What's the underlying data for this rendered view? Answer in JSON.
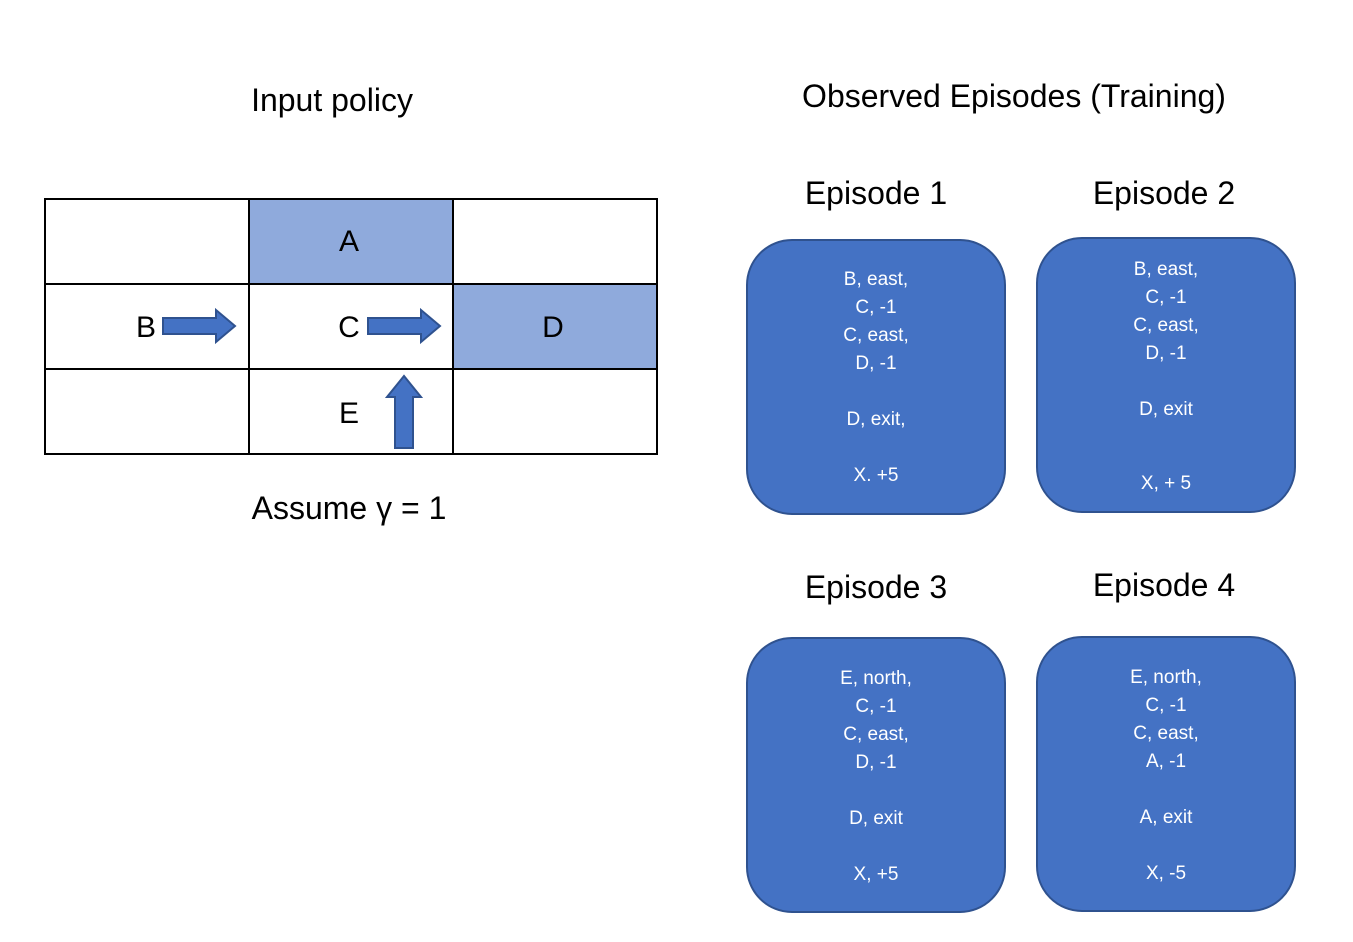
{
  "left_title": "Input policy",
  "right_title": "Observed Episodes (Training)",
  "assumption": "Assume γ = 1",
  "grid": {
    "cells": [
      {
        "label": "",
        "highlighted": false
      },
      {
        "label": "A",
        "highlighted": true
      },
      {
        "label": "",
        "highlighted": false
      },
      {
        "label": "B",
        "highlighted": false
      },
      {
        "label": "C",
        "highlighted": false
      },
      {
        "label": "D",
        "highlighted": true
      },
      {
        "label": "",
        "highlighted": false
      },
      {
        "label": "E",
        "highlighted": false
      },
      {
        "label": "",
        "highlighted": false
      }
    ],
    "policy_arrows": [
      {
        "state": "B",
        "direction": "east"
      },
      {
        "state": "C",
        "direction": "east"
      },
      {
        "state": "E",
        "direction": "north"
      }
    ]
  },
  "colors": {
    "highlight_cell": "#8faadc",
    "episode_fill": "#4472c4",
    "episode_border": "#2f528f",
    "arrow_fill": "#4472c4"
  },
  "episodes": [
    {
      "title": "Episode 1",
      "lines": [
        "B, east,",
        "C, -1",
        "C, east,",
        "D, -1",
        "",
        "D, exit,",
        "",
        "X. +5"
      ]
    },
    {
      "title": "Episode 2",
      "lines": [
        "B, east,",
        "C, -1",
        "C, east,",
        "D, -1",
        "",
        "D, exit",
        "",
        "X, + 5"
      ]
    },
    {
      "title": "Episode 3",
      "lines": [
        "E, north,",
        "C, -1",
        "C, east,",
        "D, -1",
        "",
        "D, exit",
        "",
        "X, +5"
      ]
    },
    {
      "title": "Episode 4",
      "lines": [
        "E, north,",
        "C, -1",
        "C, east,",
        "A, -1",
        "",
        "A, exit",
        "",
        "X, -5"
      ]
    }
  ]
}
